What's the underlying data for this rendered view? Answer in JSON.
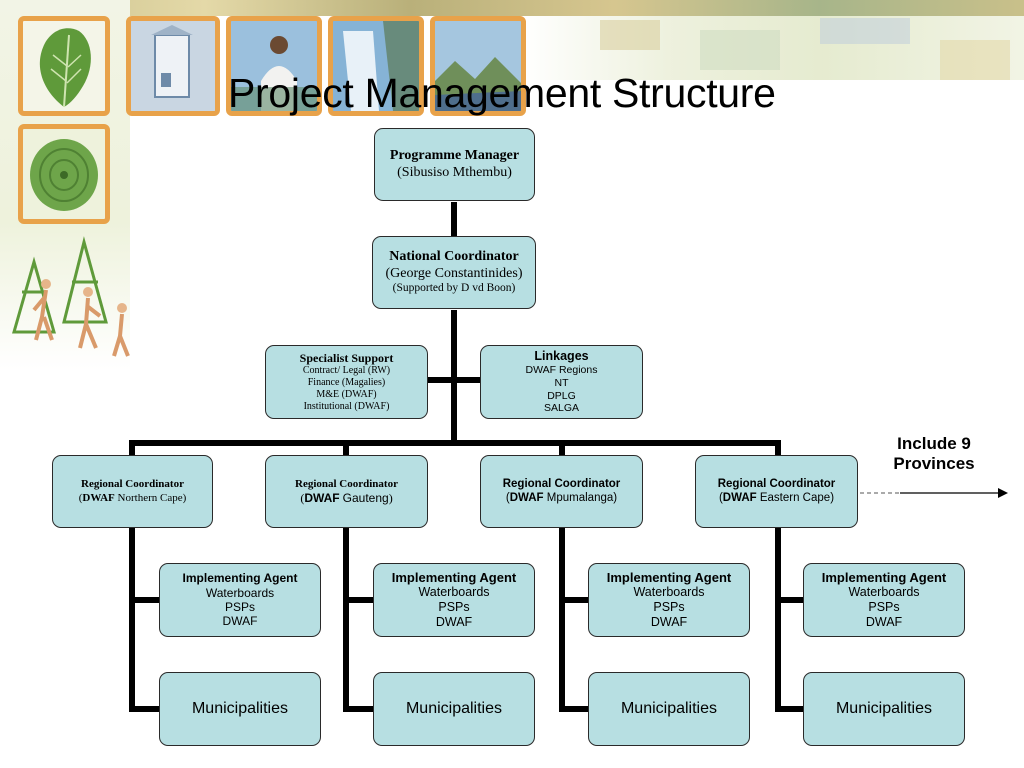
{
  "title": "Project Management Structure",
  "programme_manager": {
    "title": "Programme Manager",
    "name": "(Sibusiso Mthembu)"
  },
  "national_coordinator": {
    "title": "National Coordinator",
    "name": "(George Constantinides)",
    "support": "(Supported by D vd Boon)"
  },
  "specialist_support": {
    "title": "Specialist Support",
    "items": [
      "Contract/ Legal (RW)",
      "Finance (Magalies)",
      "M&E (DWAF)",
      "Institutional (DWAF)"
    ]
  },
  "linkages": {
    "title": "Linkages",
    "items": [
      "DWAF Regions",
      "NT",
      "DPLG",
      "SALGA"
    ]
  },
  "regions": [
    {
      "title": "Regional Coordinator",
      "org": "DWAF",
      "region": "Northern Cape"
    },
    {
      "title": "Regional Coordinator",
      "org": "DWAF",
      "region": "Gauteng"
    },
    {
      "title": "Regional Coordinator",
      "org": "DWAF",
      "region": "Mpumalanga"
    },
    {
      "title": "Regional Coordinator",
      "org": "DWAF",
      "region": "Eastern Cape"
    }
  ],
  "implementing_agent": {
    "title": "Implementing Agent",
    "items": [
      "Waterboards",
      "PSPs",
      "DWAF"
    ]
  },
  "municipalities": "Municipalities",
  "note": {
    "line1": "Include 9",
    "line2": "Provinces"
  }
}
